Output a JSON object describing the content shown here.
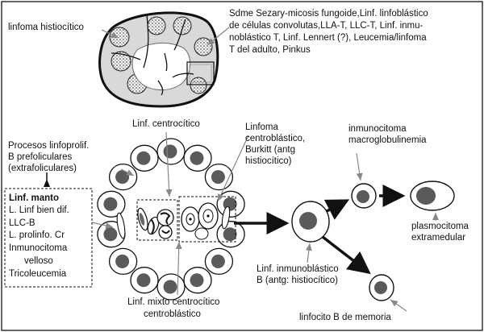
{
  "labels": {
    "histiocytic": "linfoma histiocítico",
    "t_cell_lines": [
      "Sdme Sezary-micosis fungoide,Linf. linfoblástico",
      "de células convolutas,LLA-T, LLC-T, Linf. inmu-",
      "noblástico T, Linf. Lennert (?), Leucemia/linfoma",
      "T del adulto, Pinkus"
    ],
    "centrocytic": "Linf. centrocítico",
    "centroblastic_lines": [
      "Linfoma",
      "centroblástico,",
      "Burkitt (antg",
      "histiocítico)"
    ],
    "immunocytoma_lines": [
      "inmunocitoma",
      "macroglobulinemia"
    ],
    "prefollicular_lines": [
      "Procesos linfoprolif.",
      "B prefoliculares",
      "(extrafoliculares)"
    ],
    "mantle_box_lines": [
      "Linf. manto",
      "L. Linf bien dif.",
      "LLC-B",
      "L. prolinfo. Cr",
      "Inmunocitoma",
      "velloso",
      "Tricoleucemia"
    ],
    "plasmacytoma_lines": [
      "plasmocitoma",
      "extramedular"
    ],
    "immunoblastic_lines": [
      "Linf. inmunoblástico",
      "B (antg: histiocítico)"
    ],
    "mixed_lines": [
      "Linf. mixto centrocítico",
      "centroblástico"
    ],
    "memory_cell": "linfocito B de memoria"
  },
  "colors": {
    "ink": "#111111",
    "nucleus": "#5a5a5a",
    "cortex_fill": "#d9d9d9"
  }
}
